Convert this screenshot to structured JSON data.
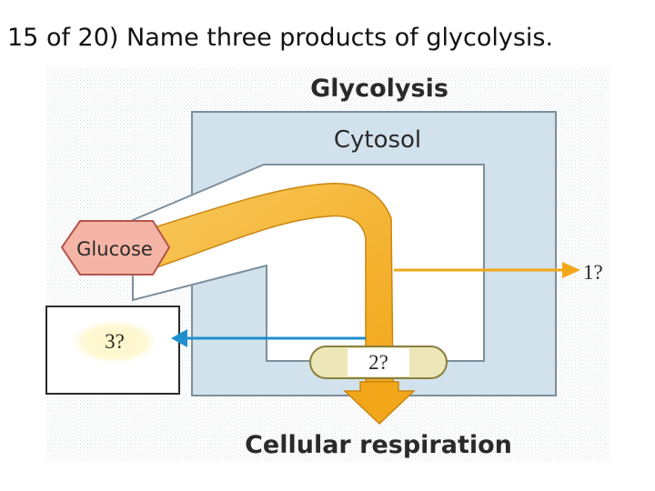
{
  "question": "15 of 20) Name three products of glycolysis.",
  "diagram": {
    "title": "Glycolysis",
    "compartment_label": "Cytosol",
    "input_label": "Glucose",
    "output_labels": {
      "right": "1?",
      "center": "2?",
      "left": "3?"
    },
    "destination_label": "Cellular respiration"
  },
  "colors": {
    "cytosol_fill": "#d2e2ec",
    "frame_stroke": "#7d8f9c",
    "inner_panel_fill": "#ffffff",
    "pathway_orange": "#f2a71a",
    "pathway_orange_light": "#f8c85c",
    "arrow_blue": "#1f8fce",
    "glucose_fill": "#f5b5a6",
    "glucose_stroke": "#b5534a",
    "pill_fill": "#ece6b8",
    "text_dark": "#2a2a2a"
  }
}
